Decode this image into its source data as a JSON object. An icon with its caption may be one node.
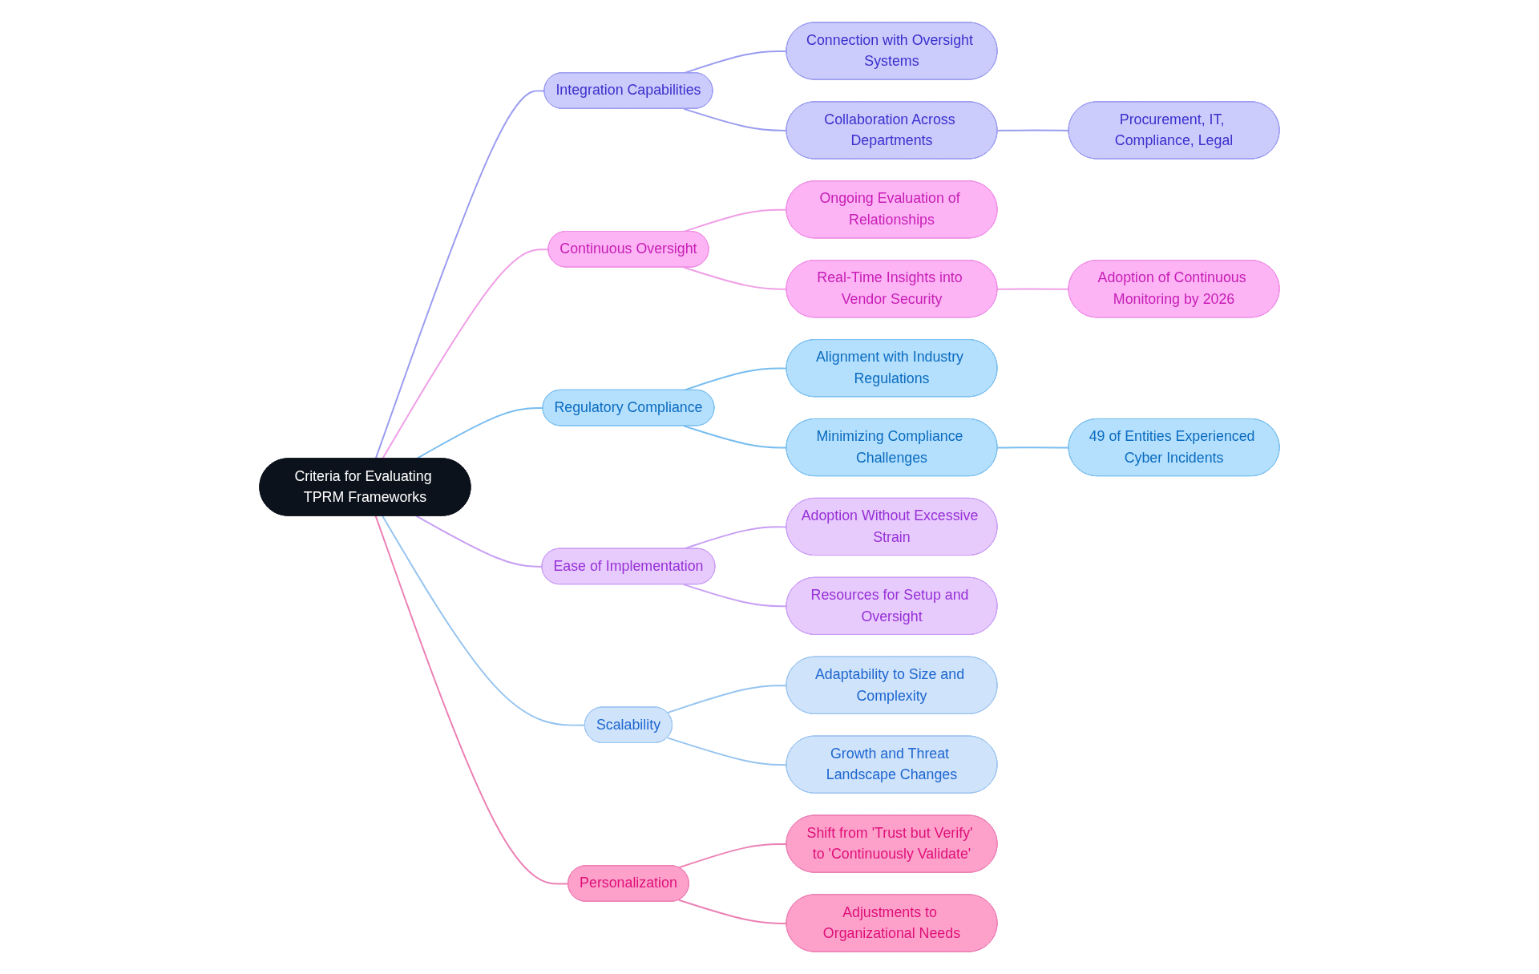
{
  "diagram": {
    "nodes": [
      {
        "text": [
          "Criteria for Evaluating TPRM Frameworks"
        ]
      },
      {
        "text": [
          "Integration Capabilities"
        ]
      },
      {
        "text": [
          "Connection with Oversight Systems"
        ]
      },
      {
        "text": [
          "Collaboration Across Departments"
        ]
      },
      {
        "text": [
          "Procurement, IT, Compliance, Legal"
        ]
      },
      {
        "text": [
          "Continuous Oversight"
        ]
      },
      {
        "text": [
          "Ongoing Evaluation of Relationships"
        ]
      },
      {
        "text": [
          "Real-Time Insights into Vendor Security"
        ]
      },
      {
        "text": [
          "Adoption of Continuous Monitoring by 2026"
        ]
      },
      {
        "text": [
          "Regulatory Compliance"
        ]
      },
      {
        "text": [
          "Alignment with Industry Regulations"
        ]
      },
      {
        "text": [
          "Minimizing Compliance Challenges"
        ]
      },
      {
        "text": [
          "49 of Entities Experienced Cyber Incidents"
        ]
      },
      {
        "text": [
          "Ease of Implementation"
        ]
      },
      {
        "text": [
          "Adoption Without Excessive Strain"
        ]
      },
      {
        "text": [
          "Resources for Setup and Oversight"
        ]
      },
      {
        "text": [
          "Scalability"
        ]
      },
      {
        "text": [
          "Adaptability to Size and Complexity"
        ]
      },
      {
        "text": [
          "Growth and Threat Landscape Changes"
        ]
      },
      {
        "text": [
          "Personalization"
        ]
      },
      {
        "text": [
          "Shift from 'Trust but Verify' to 'Continuously Validate'"
        ]
      },
      {
        "text": [
          "Adjustments to Organizational Needs"
        ]
      }
    ],
    "edges": [
      {
        "from": 0,
        "to": 1,
        "arrow": "none",
        "color": "#9b9cf0"
      },
      {
        "from": 1,
        "to": 2,
        "arrow": "none",
        "color": "#9b9cf0"
      },
      {
        "from": 1,
        "to": 3,
        "arrow": "none",
        "color": "#9b9cf0"
      },
      {
        "from": 3,
        "to": 4,
        "arrow": "none",
        "color": "#9b9cf0"
      },
      {
        "from": 0,
        "to": 5,
        "arrow": "none",
        "color": "#f09ee6"
      },
      {
        "from": 5,
        "to": 6,
        "arrow": "none",
        "color": "#f09ee6"
      },
      {
        "from": 5,
        "to": 7,
        "arrow": "none",
        "color": "#f09ee6"
      },
      {
        "from": 7,
        "to": 8,
        "arrow": "none",
        "color": "#f09ee6"
      },
      {
        "from": 0,
        "to": 9,
        "arrow": "none",
        "color": "#78bdf0"
      },
      {
        "from": 9,
        "to": 10,
        "arrow": "none",
        "color": "#78bdf0"
      },
      {
        "from": 9,
        "to": 11,
        "arrow": "none",
        "color": "#78bdf0"
      },
      {
        "from": 11,
        "to": 12,
        "arrow": "none",
        "color": "#78bdf0"
      },
      {
        "from": 0,
        "to": 13,
        "arrow": "none",
        "color": "#c79ef5"
      },
      {
        "from": 13,
        "to": 14,
        "arrow": "none",
        "color": "#c79ef5"
      },
      {
        "from": 13,
        "to": 15,
        "arrow": "none",
        "color": "#c79ef5"
      },
      {
        "from": 0,
        "to": 16,
        "arrow": "none",
        "color": "#96c4f0"
      },
      {
        "from": 16,
        "to": 17,
        "arrow": "none",
        "color": "#96c4f0"
      },
      {
        "from": 16,
        "to": 18,
        "arrow": "none",
        "color": "#96c4f0"
      },
      {
        "from": 0,
        "to": 19,
        "arrow": "none",
        "color": "#ec80b4"
      },
      {
        "from": 19,
        "to": 20,
        "arrow": "none",
        "color": "#ec80b4"
      },
      {
        "from": 19,
        "to": 21,
        "arrow": "none",
        "color": "#ec80b4"
      }
    ]
  }
}
